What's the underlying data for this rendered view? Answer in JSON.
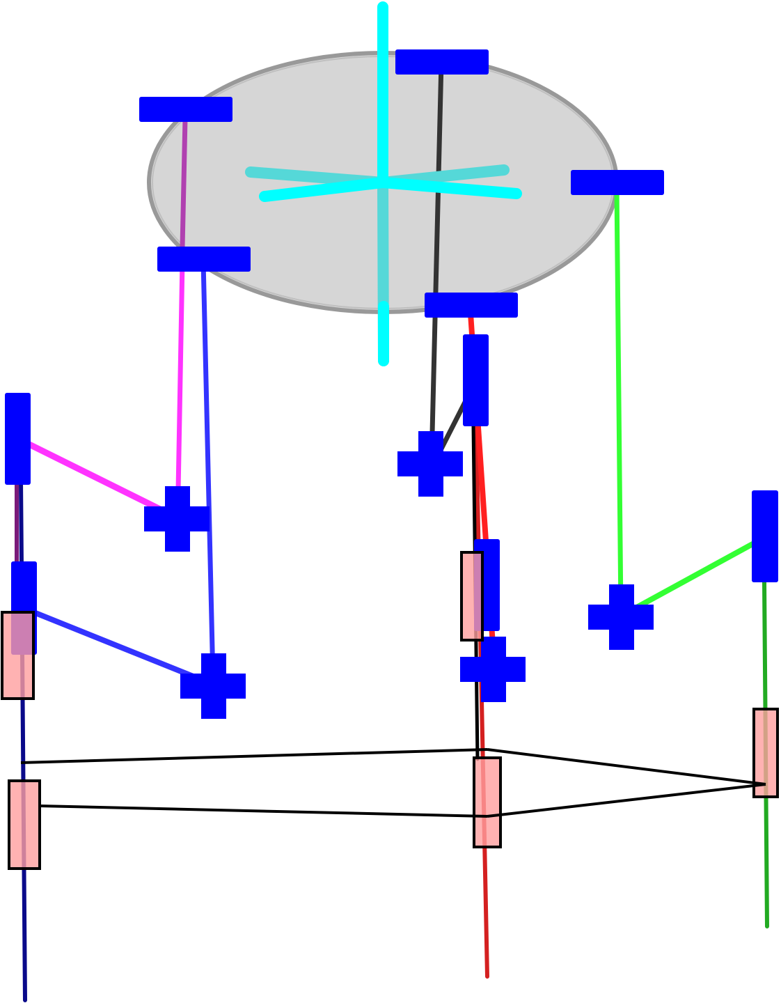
{
  "colors": {
    "background": "#ffffff",
    "platform_fill": "#d6d6d6",
    "platform_edge": "#999999",
    "rotor": "#00ffff",
    "rotor_shadow": "#55d8d8",
    "actuator_block": "#0000ff",
    "sensor_box": "#ff9f9f",
    "cable": "#000000",
    "leg_magenta": "#ff33ff",
    "leg_blue": "#3333ff",
    "leg_black": "#333333",
    "leg_red": "#ff2020",
    "leg_green": "#33ff33",
    "pole_navy": "#0a0a8a",
    "pole_red": "#d42020",
    "pole_green": "#22aa22"
  },
  "diagram": {
    "elements": [
      "circular-platform",
      "rotor-cross",
      "platform-mount-blocks",
      "suspension-legs",
      "joint-cross-blocks",
      "vertical-poles",
      "sensor-boxes",
      "cable-frame"
    ]
  }
}
